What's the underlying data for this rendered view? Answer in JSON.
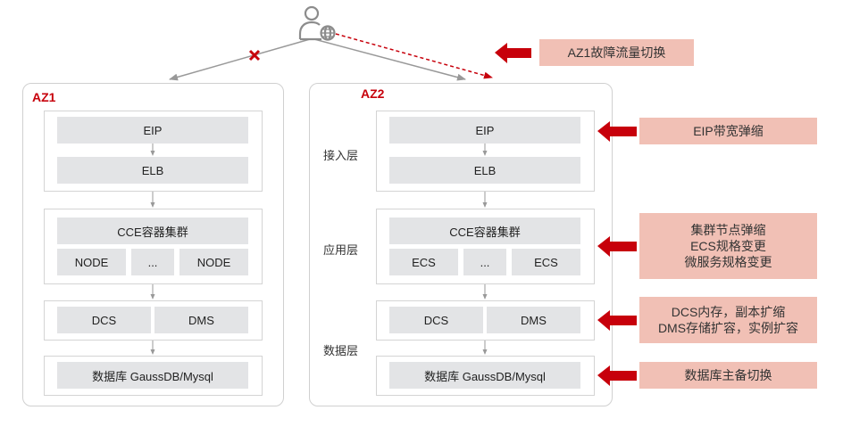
{
  "user": {
    "icon": "user-globe-icon"
  },
  "failover_marker": {
    "icon": "close-x-icon"
  },
  "colors": {
    "accent": "#c7000b",
    "note_bg": "#f1c0b5",
    "cell_bg": "#e3e4e6",
    "line": "#999999"
  },
  "az1": {
    "label": "AZ1",
    "access": {
      "eip": "EIP",
      "elb": "ELB"
    },
    "app": {
      "cluster": "CCE容器集群",
      "nodes": [
        "NODE",
        "...",
        "NODE"
      ]
    },
    "middleware": [
      "DCS",
      "DMS"
    ],
    "database": "数据库 GaussDB/Mysql"
  },
  "az2": {
    "label": "AZ2",
    "layers": {
      "access": "接入层",
      "app": "应用层",
      "data": "数据层"
    },
    "access": {
      "eip": "EIP",
      "elb": "ELB"
    },
    "app": {
      "cluster": "CCE容器集群",
      "nodes": [
        "ECS",
        "...",
        "ECS"
      ]
    },
    "middleware": [
      "DCS",
      "DMS"
    ],
    "database": "数据库 GaussDB/Mysql"
  },
  "notes": {
    "failover": "AZ1故障流量切换",
    "eip": "EIP带宽弹缩",
    "app": [
      "集群节点弹缩",
      "ECS规格变更",
      "微服务规格变更"
    ],
    "middleware": [
      "DCS内存，副本扩缩",
      "DMS存储扩容，实例扩容"
    ],
    "database": "数据库主备切换"
  }
}
